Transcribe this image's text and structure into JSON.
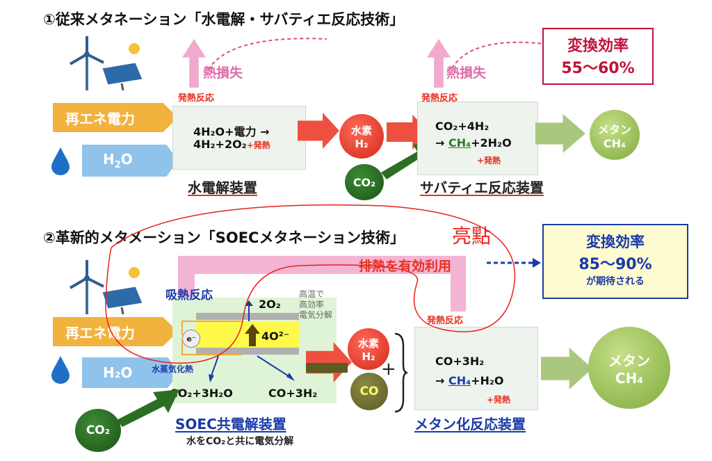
{
  "section1": {
    "title": "①従来メタネーション「水電解・サバティエ反応技術」",
    "renewable": "再エネ電力",
    "water": "H",
    "water_sub": "2",
    "water_o": "O",
    "heat_loss_1": "熱損失",
    "heat_loss_2": "熱損失",
    "exo_1": "発熱反応",
    "exo_2": "発熱反応",
    "eq1_line1": "4H₂O+電力 →",
    "eq1_line2": "4H₂+2O₂",
    "eq1_heat": "+発熱",
    "electrolyzer": "水電解装置",
    "hydrogen_label": "水素",
    "hydrogen_formula": "H₂",
    "co2": "CO₂",
    "eq2_line1": "CO₂+4H₂",
    "eq2_line2_a": "→ ",
    "eq2_line2_b": "CH₄",
    "eq2_line2_c": "+2H₂O",
    "eq2_heat": "+発熱",
    "sabatier": "サバティエ反応装置",
    "methane_label": "メタン",
    "methane_formula": "CH₄",
    "eff_title": "変換効率",
    "eff_value": "55～60%"
  },
  "section2": {
    "title": "②革新的メタメーション「SOECメタネーション技術」",
    "annotation": "亮點",
    "waste_heat": "排熱を有効利用",
    "eff_title": "変換効率",
    "eff_value": "85～90%",
    "eff_note": "が期待される",
    "endo": "吸熱反応",
    "high_temp_1": "高温で",
    "high_temp_2": "高効率",
    "high_temp_3": "電気分解",
    "renewable": "再エネ電力",
    "water": "H₂O",
    "steam_heat": "水蒸気化熱",
    "electron": "e⁻",
    "o2": "2O₂",
    "o_ion": "4O²⁻",
    "soec_in": "CO₂+3H₂O",
    "soec_out": "CO+3H₂",
    "soec_name": "SOEC共電解装置",
    "soec_desc": "水をCO₂と共に電気分解",
    "co2": "CO₂",
    "hydrogen_label": "水素",
    "hydrogen_formula": "H₂",
    "co": "CO",
    "plus": "+",
    "exo": "発熱反応",
    "eq_line1": "CO+3H₂",
    "eq_line2_a": "→ ",
    "eq_line2_b": "CH₄",
    "eq_line2_c": "+H₂O",
    "eq_heat": "+発熱",
    "methanation": "メタン化反応装置",
    "methane_label": "メタン",
    "methane_formula": "CH₄"
  },
  "colors": {
    "orange": "#f2b23e",
    "light_blue": "#8fc3ec",
    "red_arrow": "#ee5040",
    "pink": "#f2a9cd",
    "green_arrow": "#a9c87e",
    "dark_green": "#2d6e25",
    "efficiency_red": "#c0123c",
    "efficiency_blue": "#1a3aa8",
    "annotation_red": "#e8201c"
  }
}
